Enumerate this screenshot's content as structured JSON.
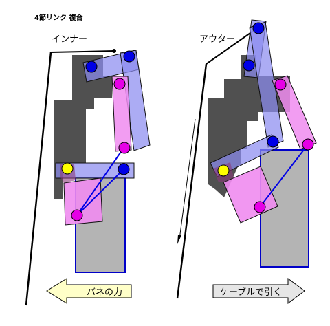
{
  "title": "4節リンク 複合",
  "labels": {
    "inner": "インナー",
    "outer": "アウター"
  },
  "arrows": {
    "spring_force": "バネの力",
    "cable_pull": "ケーブルで引く"
  },
  "colors": {
    "frame": "#505050",
    "link_blue": "#8c8cf0",
    "link_pink": "#f08cf0",
    "joint_blue": "#0000e6",
    "joint_magenta": "#e600e6",
    "joint_yellow": "#ffff00",
    "block": "#b4b4b4",
    "block_edge": "#0000c8",
    "spring_arrow": "#ffffc8",
    "cable_arrow": "#e6e6e6"
  }
}
